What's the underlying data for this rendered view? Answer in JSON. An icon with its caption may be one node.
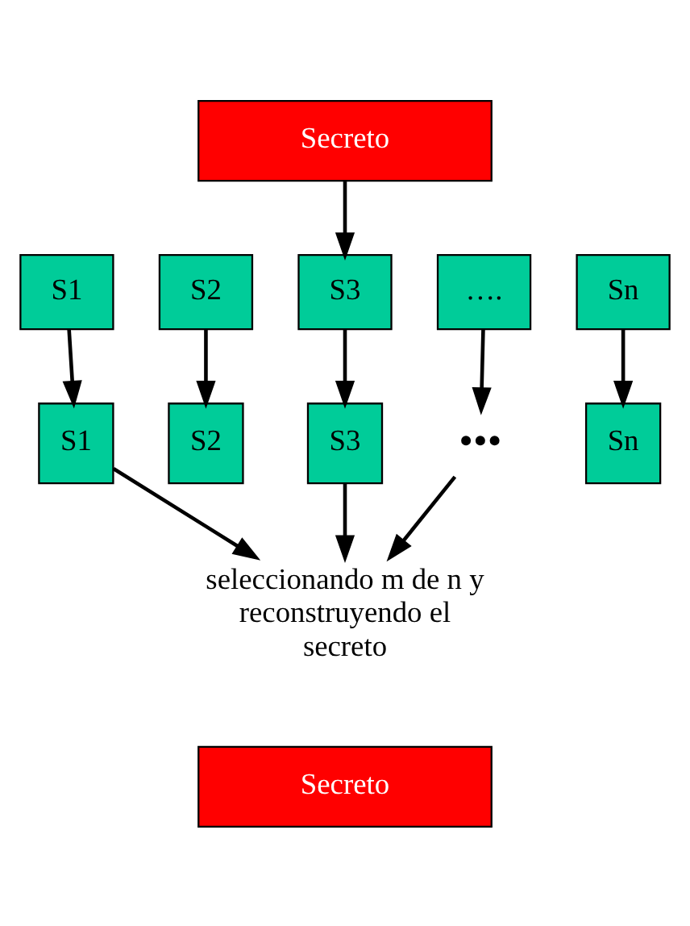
{
  "diagram": {
    "nodes": [
      {
        "text": [
          "Secreto"
        ]
      },
      {
        "text": [
          "S1"
        ]
      },
      {
        "text": [
          "S2"
        ]
      },
      {
        "text": [
          "S3"
        ]
      },
      {
        "text": [
          "…."
        ]
      },
      {
        "text": [
          "Sn"
        ]
      },
      {
        "text": [
          "S1"
        ]
      },
      {
        "text": [
          "S2"
        ]
      },
      {
        "text": [
          "S3"
        ]
      },
      {
        "text": [
          "•••"
        ]
      },
      {
        "text": [
          "Sn"
        ]
      },
      {
        "text": [
          "seleccionando m de n y reconstruyendo el secreto"
        ]
      },
      {
        "text": [
          "Secreto"
        ]
      }
    ],
    "edges": [
      {
        "from": 0,
        "to": 3,
        "arrow": "to"
      },
      {
        "from": 1,
        "to": 6,
        "arrow": "to"
      },
      {
        "from": 2,
        "to": 7,
        "arrow": "to"
      },
      {
        "from": 3,
        "to": 8,
        "arrow": "to"
      },
      {
        "from": 4,
        "to": 9,
        "arrow": "to"
      },
      {
        "from": 5,
        "to": 10,
        "arrow": "to"
      },
      {
        "from": 6,
        "to": 11,
        "arrow": "to"
      },
      {
        "from": 8,
        "to": 11,
        "arrow": "to"
      },
      {
        "from": 9,
        "to": 11,
        "arrow": "to"
      }
    ]
  }
}
